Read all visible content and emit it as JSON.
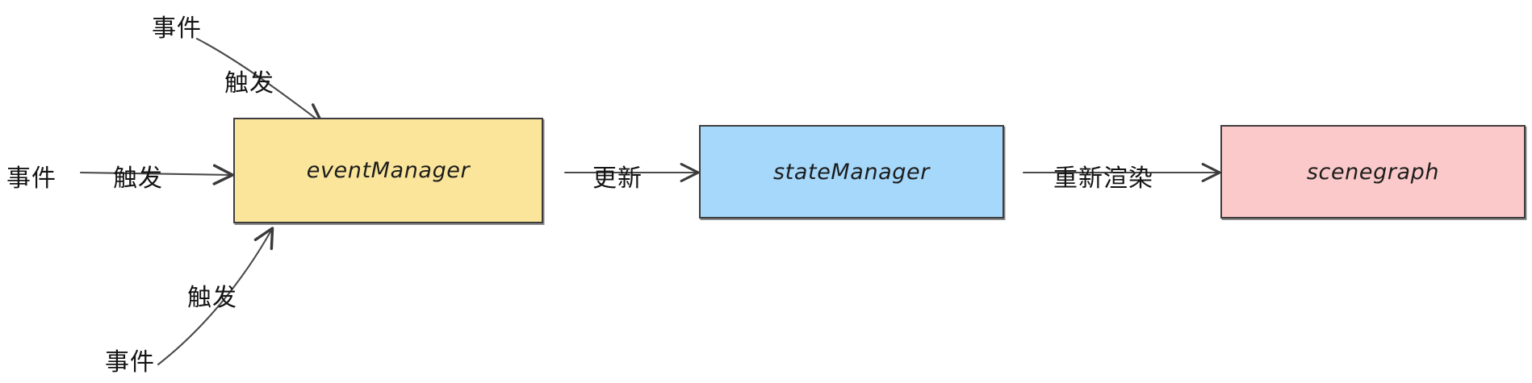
{
  "diagram": {
    "type": "flow-diagram",
    "background_color": "#ffffff",
    "nodes": [
      {
        "id": "eventManager",
        "label": "eventManager",
        "fill": "#fae59b",
        "stroke": "#3d3d3d"
      },
      {
        "id": "stateManager",
        "label": "stateManager",
        "fill": "#a5d8fb",
        "stroke": "#3d3d3d"
      },
      {
        "id": "scenegraph",
        "label": "scenegraph",
        "fill": "#fbc9c9",
        "stroke": "#3d3d3d"
      }
    ],
    "edges": [
      {
        "id": "event-top",
        "source_label": "事件",
        "edge_label": "触发",
        "target": "eventManager",
        "direction": "down-right"
      },
      {
        "id": "event-middle",
        "source_label": "事件",
        "edge_label": "触发",
        "target": "eventManager",
        "direction": "right"
      },
      {
        "id": "event-bottom",
        "source_label": "事件",
        "edge_label": "触发",
        "target": "eventManager",
        "direction": "up-right"
      },
      {
        "id": "update",
        "edge_label": "更新",
        "source": "eventManager",
        "target": "stateManager",
        "direction": "right"
      },
      {
        "id": "rerender",
        "edge_label": "重新渲染",
        "source": "stateManager",
        "target": "scenegraph",
        "direction": "right"
      }
    ]
  },
  "labels": {
    "event_top": "事件",
    "trigger_top": "触发",
    "event_middle": "事件",
    "trigger_middle": "触发",
    "event_bottom": "事件",
    "trigger_bottom": "触发",
    "update": "更新",
    "rerender": "重新渲染"
  }
}
